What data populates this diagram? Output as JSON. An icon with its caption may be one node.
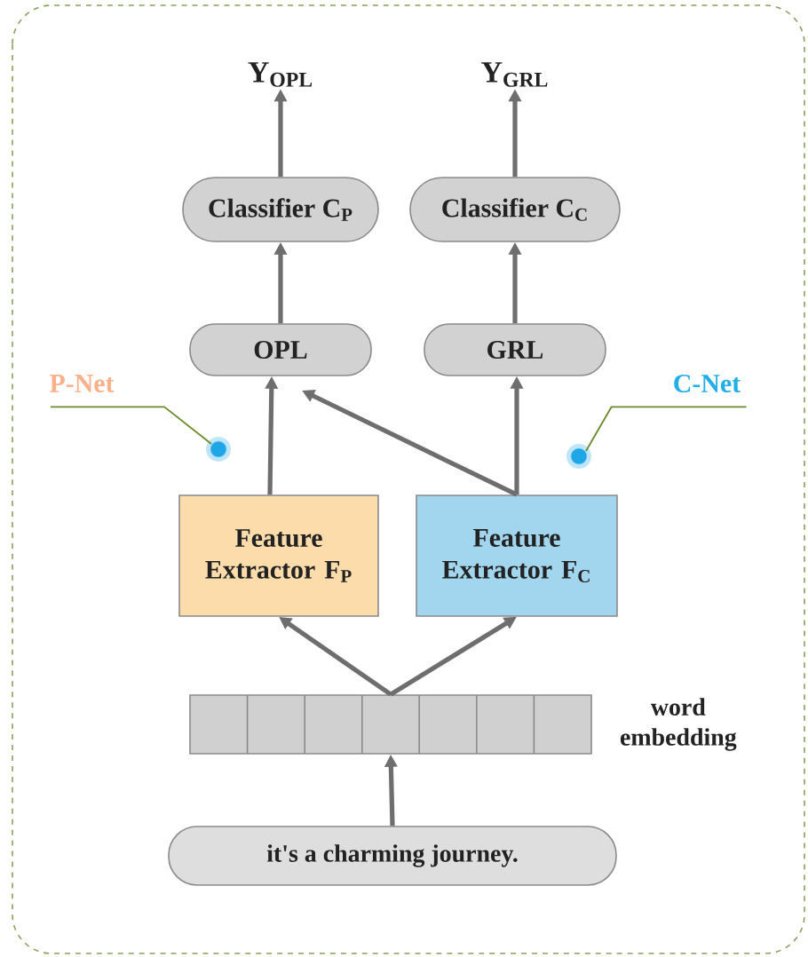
{
  "diagram": {
    "nodes": [
      {
        "text": [
          "Y$_{OPL}$"
        ]
      },
      {
        "text": [
          "Y$_{GRL}$"
        ]
      },
      {
        "text": [
          "Classifier C$_{P}$"
        ]
      },
      {
        "text": [
          "Classifier C$_{C}$"
        ]
      },
      {
        "text": [
          "OPL"
        ]
      },
      {
        "text": [
          "GRL"
        ]
      },
      {
        "text": [
          "P-Net"
        ]
      },
      {
        "text": [],
        "shape": "circle"
      },
      {
        "text": [
          "C-Net"
        ]
      },
      {
        "text": [],
        "shape": "circle"
      },
      {
        "text": [
          "Feature Extractor F$_{P}$"
        ]
      },
      {
        "text": [
          "Feature Extractor F$_{C}$"
        ]
      },
      {
        "text": [],
        "shape": "bar",
        "beside": [
          "word embedding"
        ]
      },
      {
        "text": [
          "it's a charming journey."
        ]
      }
    ],
    "edges": [
      {
        "from": 2,
        "to": 0,
        "arrow": "to"
      },
      {
        "from": 3,
        "to": 1,
        "arrow": "to"
      },
      {
        "from": 4,
        "to": 2,
        "arrow": "to"
      },
      {
        "from": 5,
        "to": 3,
        "arrow": "to"
      },
      {
        "from": 10,
        "to": 4,
        "arrow": "to"
      },
      {
        "from": 11,
        "to": 4,
        "arrow": "to"
      },
      {
        "from": 11,
        "to": 5,
        "arrow": "to"
      },
      {
        "from": 12,
        "to": 10,
        "arrow": "to"
      },
      {
        "from": 12,
        "to": 11,
        "arrow": "to"
      },
      {
        "from": 13,
        "to": 12,
        "arrow": "to"
      },
      {
        "from": 6,
        "to": 7,
        "arrow": "none",
        "color": "#6b8a2e"
      },
      {
        "from": 8,
        "to": 9,
        "arrow": "none",
        "color": "#6b8a2e"
      }
    ]
  }
}
